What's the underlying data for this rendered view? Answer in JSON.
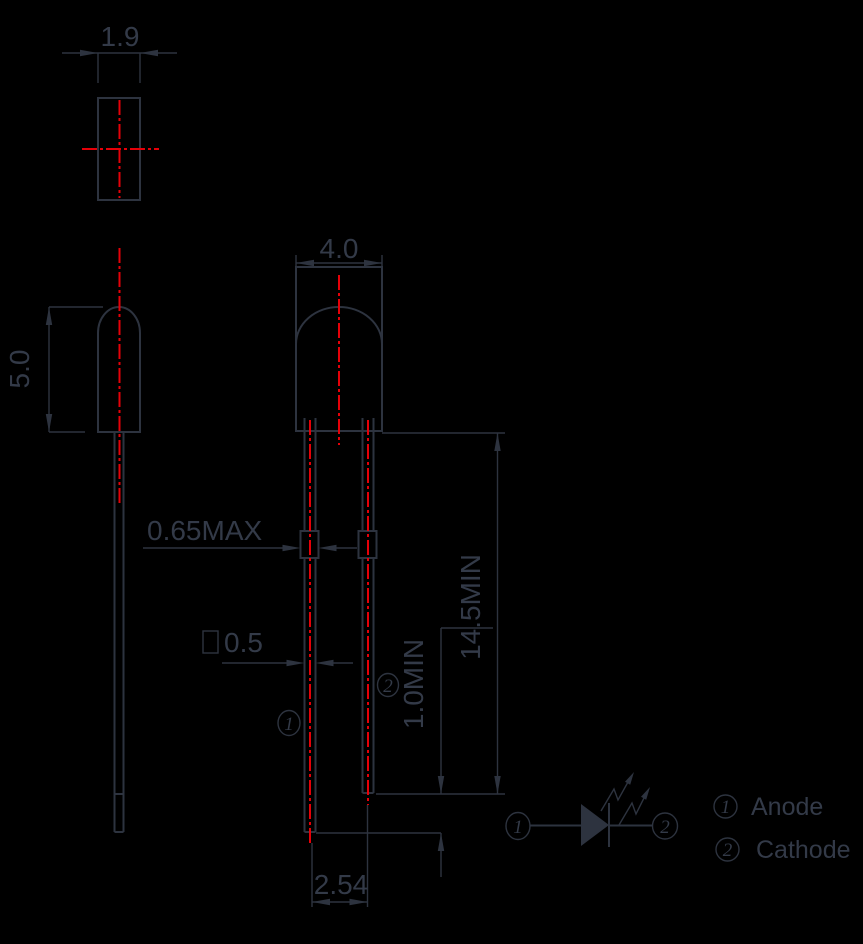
{
  "drawing": {
    "title": "LED component outline drawing",
    "colors": {
      "background": "#000000",
      "line": "#2d333f",
      "text": "#333a48",
      "centerline_red": "#e60008"
    },
    "top_view": {
      "width_dim": "1.9"
    },
    "side_view": {
      "body_height_dim": "5.0"
    },
    "front_view": {
      "body_width_dim": "4.0",
      "lead_bulge_dim": "0.65MAX",
      "lead_width_dim": "0.5",
      "lead_length_dim": "14.5MIN",
      "lead_tip_dim": "1.0MIN",
      "lead_pitch_dim": "2.54",
      "pin1": "1",
      "pin2": "2"
    },
    "schematic": {
      "pin1": "1",
      "pin2": "2"
    },
    "legend": {
      "pin1": "1",
      "pin1_label": "Anode",
      "pin2": "2",
      "pin2_label": "Cathode"
    }
  }
}
